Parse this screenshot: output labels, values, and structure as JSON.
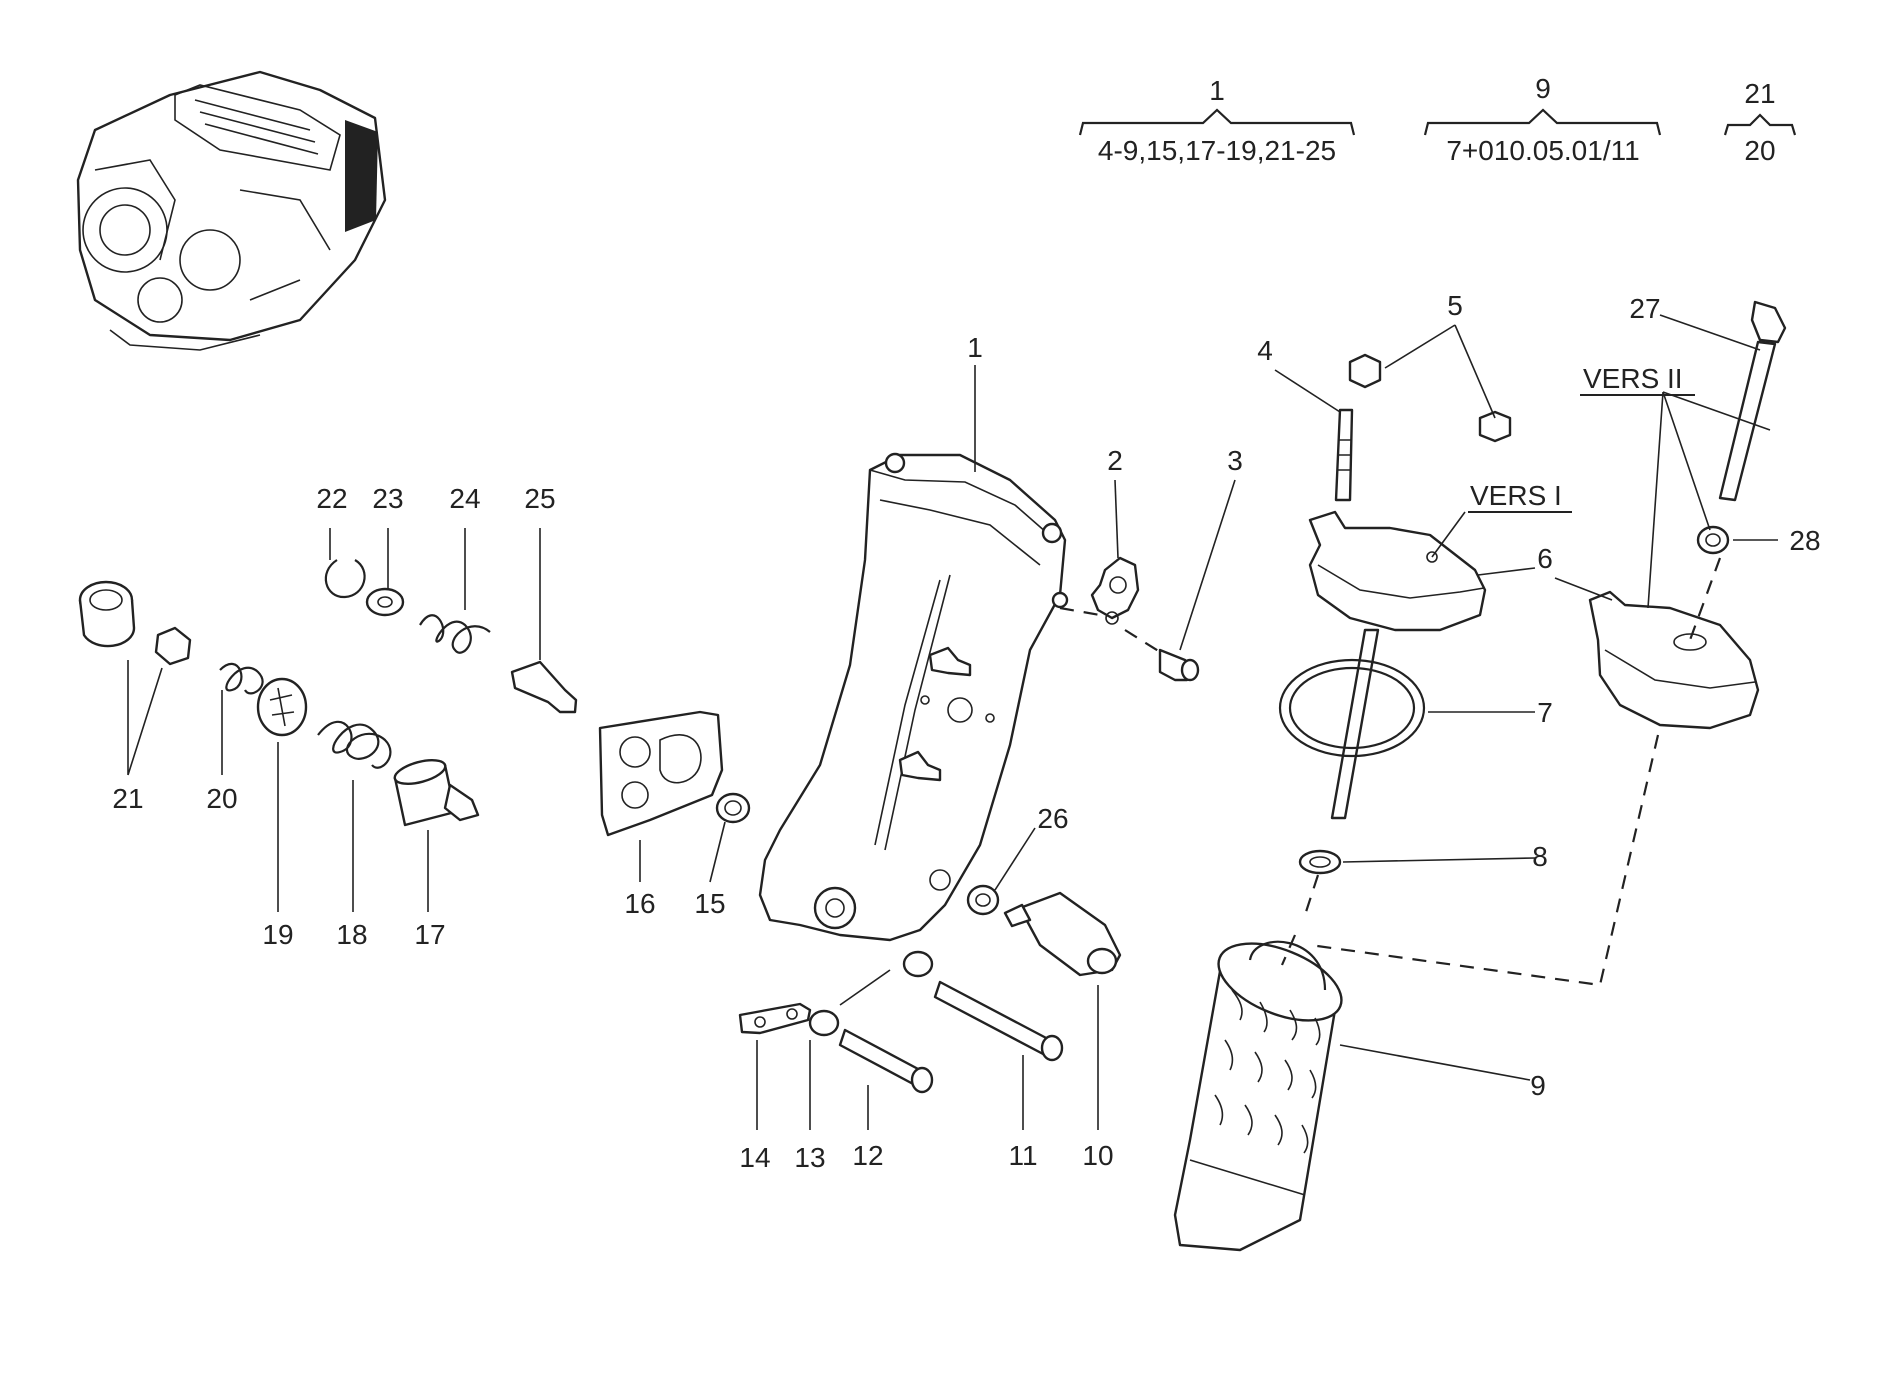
{
  "references": [
    {
      "top": "1",
      "bottom": "4-9,15,17-19,21-25"
    },
    {
      "top": "9",
      "bottom": "7+010.05.01/11"
    },
    {
      "top": "21",
      "bottom": "20"
    }
  ],
  "version_labels": {
    "vers1": "VERS I",
    "vers2": "VERS II"
  },
  "callouts": {
    "c1": "1",
    "c2": "2",
    "c3": "3",
    "c4": "4",
    "c5": "5",
    "c6": "6",
    "c7": "7",
    "c8": "8",
    "c9": "9",
    "c10": "10",
    "c11": "11",
    "c12": "12",
    "c13": "13",
    "c14": "14",
    "c15": "15",
    "c16": "16",
    "c17": "17",
    "c18": "18",
    "c19": "19",
    "c20": "20",
    "c21": "21",
    "c22": "22",
    "c23": "23",
    "c24": "24",
    "c25": "25",
    "c26": "26",
    "c27": "27",
    "c28": "28"
  },
  "icons": {
    "engine_thumbnail": "engine-assembly-icon"
  }
}
